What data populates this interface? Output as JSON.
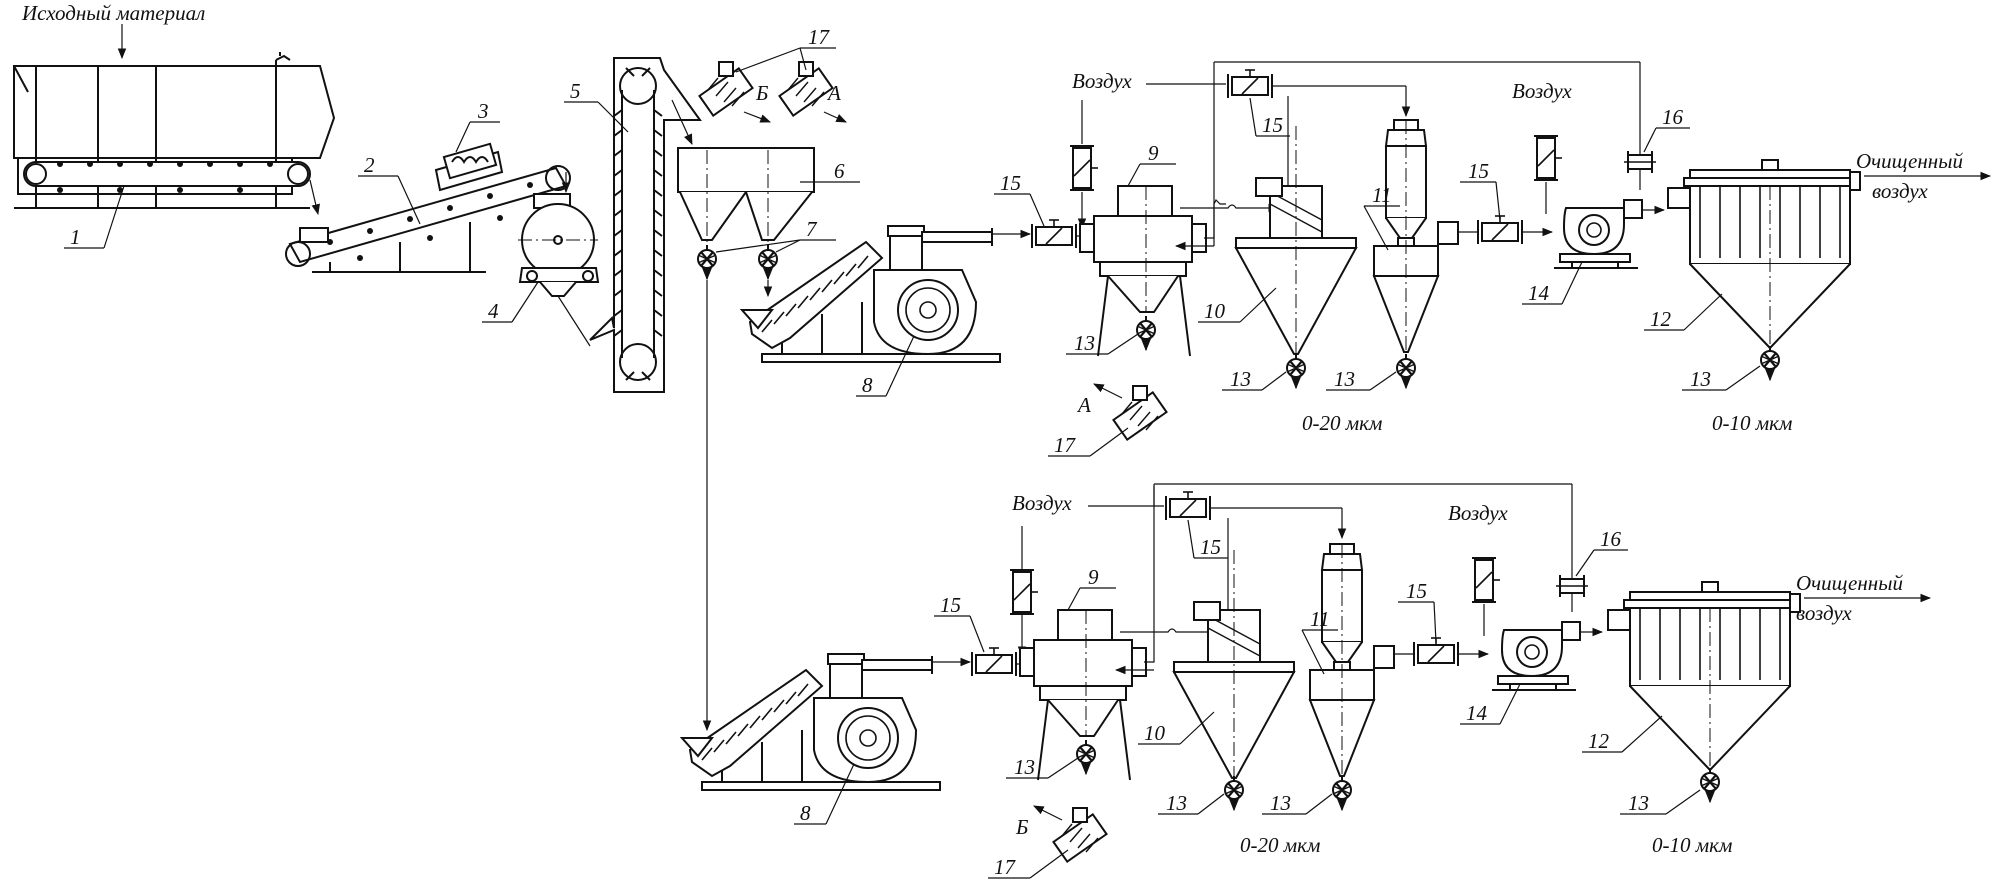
{
  "labels": {
    "source_material": "Исходный материал",
    "air": "Воздух",
    "cleaned_air_line1": "Очищенный",
    "cleaned_air_line2": "воздух",
    "fraction_20": "0-20 мкм",
    "fraction_10": "0-10 мкм",
    "branch_a": "А",
    "branch_b": "Б"
  },
  "numbers": {
    "n1": "1",
    "n2": "2",
    "n3": "3",
    "n4": "4",
    "n5": "5",
    "n6": "6",
    "n7": "7",
    "n8": "8",
    "n9": "9",
    "n10": "10",
    "n11": "11",
    "n12": "12",
    "n13": "13",
    "n14": "14",
    "n15": "15",
    "n16": "16",
    "n17": "17"
  },
  "colors": {
    "ink": "#111111",
    "paper": "#ffffff"
  }
}
